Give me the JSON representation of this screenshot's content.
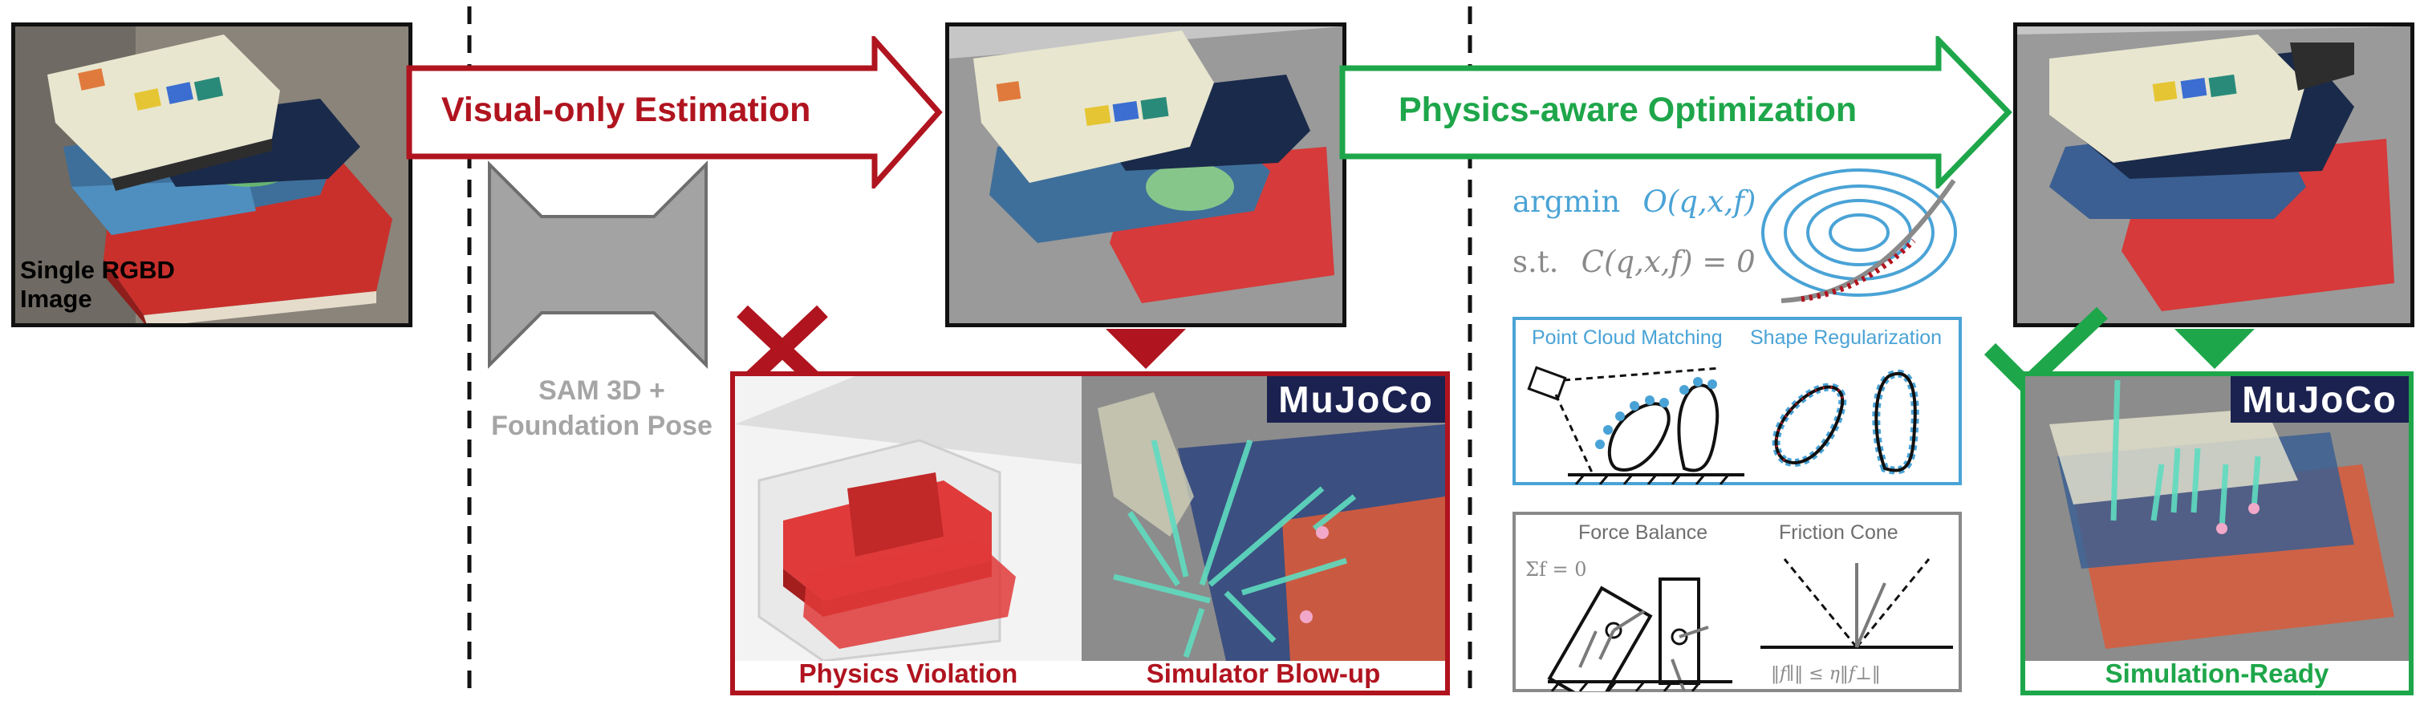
{
  "input": {
    "caption_line1": "Single RGBD",
    "caption_line2": "Image"
  },
  "stage1": {
    "arrow_label": "Visual-only Estimation",
    "model_label_line1": "SAM 3D +",
    "model_label_line2": "Foundation Pose"
  },
  "stage2": {
    "arrow_label": "Physics-aware Optimization"
  },
  "failure_panel": {
    "logo": "MuJoCo",
    "left_caption": "Physics Violation",
    "right_caption": "Simulator Blow-up"
  },
  "success_panel": {
    "logo": "MuJoCo",
    "caption": "Simulation-Ready"
  },
  "optimization": {
    "objective_op": "argmin",
    "objective_fn": "O(q,x,f)",
    "constraint_prefix": "s.t.",
    "constraint_fn": "C(q,x,f) = 0"
  },
  "geometry_box": {
    "title_left": "Point Cloud Matching",
    "title_right": "Shape Regularization"
  },
  "physics_box": {
    "title_left": "Force Balance",
    "title_right": "Friction Cone",
    "force_eq": "Σf = 0",
    "friction_eq": "‖f∥‖ ≤ η‖f⊥‖"
  },
  "colors": {
    "red": "#b0141f",
    "green": "#1ea64a",
    "blue": "#4aa3d6",
    "gray": "#8a8a8a",
    "mujoco_bg": "#1b2250",
    "table_gray": "#8c8c8c",
    "book_red": "#d63a3a"
  }
}
